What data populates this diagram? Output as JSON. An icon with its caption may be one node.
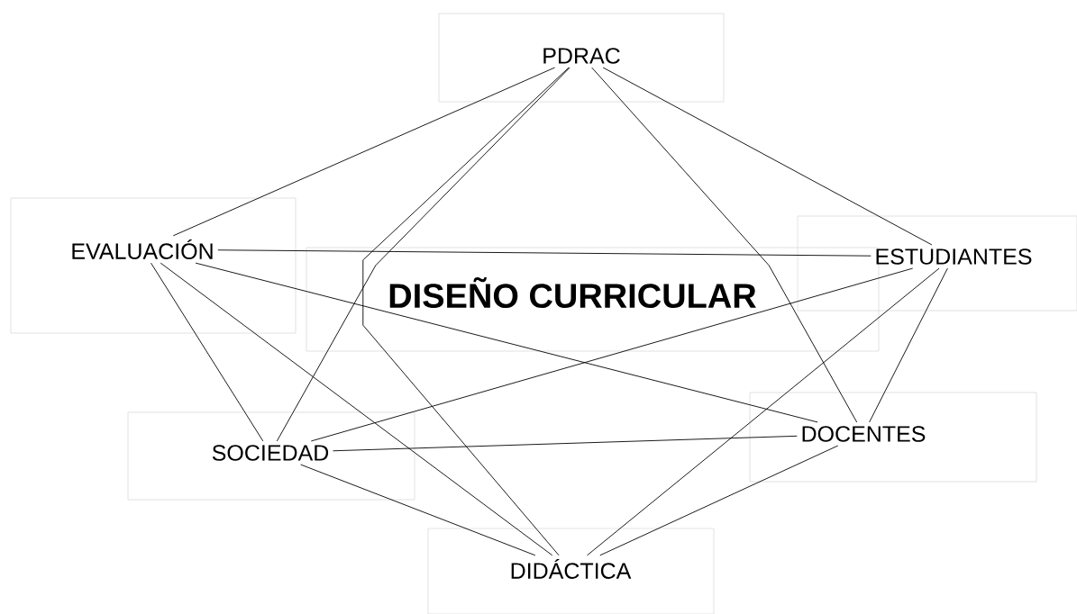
{
  "diagram": {
    "nodes": [
      {
        "text": [
          "PDRAC"
        ]
      },
      {
        "text": [
          "EVALUACIÓN"
        ]
      },
      {
        "text": [
          "DISEÑO CURRICULAR"
        ]
      },
      {
        "text": [
          "ESTUDIANTES"
        ]
      },
      {
        "text": [
          "SOCIEDAD"
        ]
      },
      {
        "text": [
          "DOCENTES"
        ]
      },
      {
        "text": [
          "DIDÁCTICA"
        ]
      }
    ],
    "edges": [
      {
        "from": 0,
        "to": 1,
        "arrow": "none"
      },
      {
        "from": 0,
        "to": 4,
        "arrow": "none"
      },
      {
        "from": 0,
        "to": 6,
        "arrow": "none"
      },
      {
        "from": 0,
        "to": 5,
        "arrow": "none"
      },
      {
        "from": 0,
        "to": 3,
        "arrow": "none"
      },
      {
        "from": 1,
        "to": 3,
        "arrow": "none"
      },
      {
        "from": 1,
        "to": 5,
        "arrow": "none"
      },
      {
        "from": 1,
        "to": 4,
        "arrow": "none"
      },
      {
        "from": 1,
        "to": 6,
        "arrow": "none"
      },
      {
        "from": 3,
        "to": 4,
        "arrow": "none"
      },
      {
        "from": 3,
        "to": 6,
        "arrow": "none"
      },
      {
        "from": 3,
        "to": 5,
        "arrow": "none"
      },
      {
        "from": 4,
        "to": 5,
        "arrow": "none"
      },
      {
        "from": 4,
        "to": 6,
        "arrow": "none"
      },
      {
        "from": 5,
        "to": 6,
        "arrow": "none"
      }
    ]
  }
}
